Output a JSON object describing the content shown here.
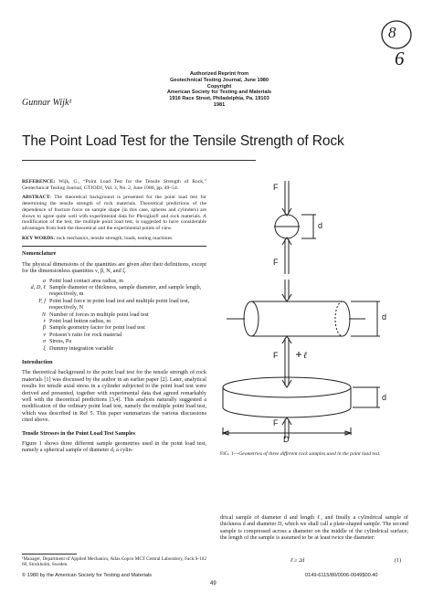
{
  "header": {
    "reprint_lines": [
      "Authorized Reprint from",
      "Geotechnical Testing Journal, June 1980",
      "Copyright",
      "American Society for Testing and Materials",
      "1916 Race Street, Philadelphia, Pa. 19103",
      "1981"
    ],
    "author": "Gunnar Wijk¹",
    "handwritten_marks": [
      "8",
      "6"
    ]
  },
  "title": "The Point Load Test for the Tensile Strength of Rock",
  "reference": {
    "label": "REFERENCE:",
    "text": "Wijk, G., “Point Load Test for the Tensile Strength of Rock,” Geotechnical Testing Journal, GTJODJ, Vol. 3, No. 2, June 1980, pp. 49–54."
  },
  "abstract": {
    "label": "ABSTRACT:",
    "text": "The theoretical background is presented for the point load test for determining the tensile strength of rock materials. Theoretical predictions of the dependence of fracture force on sample shape (in this case, spheres and cylinders) are shown to agree quite well with experimental data for Plexiglas® and rock materials. A modification of the test, the multiple point load test, is suggested to have considerable advantages from both the theoretical and the experimental points of view."
  },
  "keywords": {
    "label": "KEY WORDS:",
    "text": "rock mechanics, tensile strength, loads, testing machines"
  },
  "nomenclature": {
    "heading": "Nomenclature",
    "intro": "The physical dimensions of the quantities are given after their definitions, except for the dimensionless quantities ν, β, N, and ξ.",
    "items": [
      {
        "sym": "a",
        "def": "Point load contact area radius, m"
      },
      {
        "sym": "d, D, ℓ",
        "def": "Sample diameter or thickness, sample diameter, and sample length, respectively, m"
      },
      {
        "sym": "F, f",
        "def": "Point load force in point load test and multiple point load test, respectively, N"
      },
      {
        "sym": "N",
        "def": "Number of forces in multiple point load test"
      },
      {
        "sym": "r",
        "def": "Point load button radius, m"
      },
      {
        "sym": "β",
        "def": "Sample geometry factor for point load test"
      },
      {
        "sym": "ν",
        "def": "Poisson’s ratio for rock material"
      },
      {
        "sym": "σ",
        "def": "Stress, Pa"
      },
      {
        "sym": "ξ",
        "def": "Dummy integration variable"
      }
    ]
  },
  "introduction": {
    "heading": "Introduction",
    "text": "The theoretical background to the point load test for the tensile strength of rock materials [1] was discussed by the author in an earlier paper [2]. Later, analytical results for tensile axial stress in a cylinder subjected to the point load test were derived and presented, together with experimental data that agreed remarkably well with the theoretical predictions [3,4]. This analysis naturally suggested a modification of the ordinary point load test, namely the multiple point load test, which was described in Ref 5. This paper summarizes the various discussions cited above."
  },
  "tensile_section": {
    "heading": "Tensile Stresses in the Point Load Test Samples",
    "text": "Figure 1 shows three different sample geometries used in the point load test, namely a spherical sample of diameter d, a cylin-"
  },
  "figure": {
    "caption_label": "FIG. 1—",
    "caption_text": "Geometries of three different rock samples used in the point load test.",
    "labels": {
      "F": "F",
      "d": "d",
      "l": "ℓ",
      "D": "D"
    }
  },
  "right_column": {
    "text": "drical sample of diameter d and length ℓ, and finally a cylindrical sample of thickness d and diameter D, which we shall call a plate-shaped sample. The second sample is compressed across a diameter on the middle of the cylindrical surface; the length of the sample is assumed to be at least twice the diameter:",
    "equation": "ℓ ≥ 2d",
    "equation_number": "(1)"
  },
  "footnote": "¹Manager, Department of Applied Mechanics, Atlas Copco MCT Central Laboratory, Fack S-102 60, Stockholm, Sweden.",
  "footer": {
    "copyright": "© 1980 by the American Society for Testing and Materials",
    "page_number": "49",
    "code": "0149-6115/80/0006-0049$00.40"
  }
}
